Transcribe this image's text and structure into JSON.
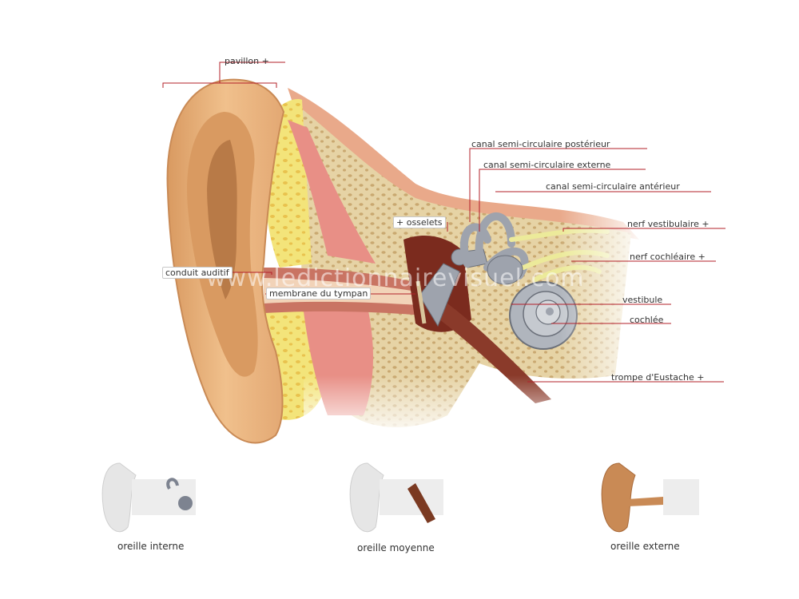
{
  "colors": {
    "skin": "#e9b47f",
    "skin_dark": "#c98a55",
    "bone": "#e6d3a5",
    "bone_pore": "#c9a870",
    "cartilage": "#f3e47a",
    "muscle": "#e88f86",
    "ossicles": "#9ea3ad",
    "nerve": "#ecea9a",
    "leader": "#b3202a"
  },
  "labels": {
    "pavillon": "pavillon +",
    "canal_posterieur": "canal semi-circulaire postérieur",
    "canal_externe": "canal semi-circulaire externe",
    "canal_anterieur": "canal semi-circulaire antérieur",
    "osselets": "+ osselets",
    "nerf_vestibulaire": "nerf vestibulaire +",
    "nerf_cochleaire": "nerf cochléaire +",
    "conduit_auditif": "conduit auditif",
    "membrane_tympan": "membrane du tympan",
    "vestibule": "vestibule",
    "cochlee": "cochlée",
    "trompe": "trompe d'Eustache +"
  },
  "watermark": "www.ledictionnairevisuel.com",
  "thumbnails": [
    {
      "caption": "oreille interne",
      "highlight": "inner"
    },
    {
      "caption": "oreille moyenne",
      "highlight": "middle"
    },
    {
      "caption": "oreille externe",
      "highlight": "outer"
    }
  ]
}
